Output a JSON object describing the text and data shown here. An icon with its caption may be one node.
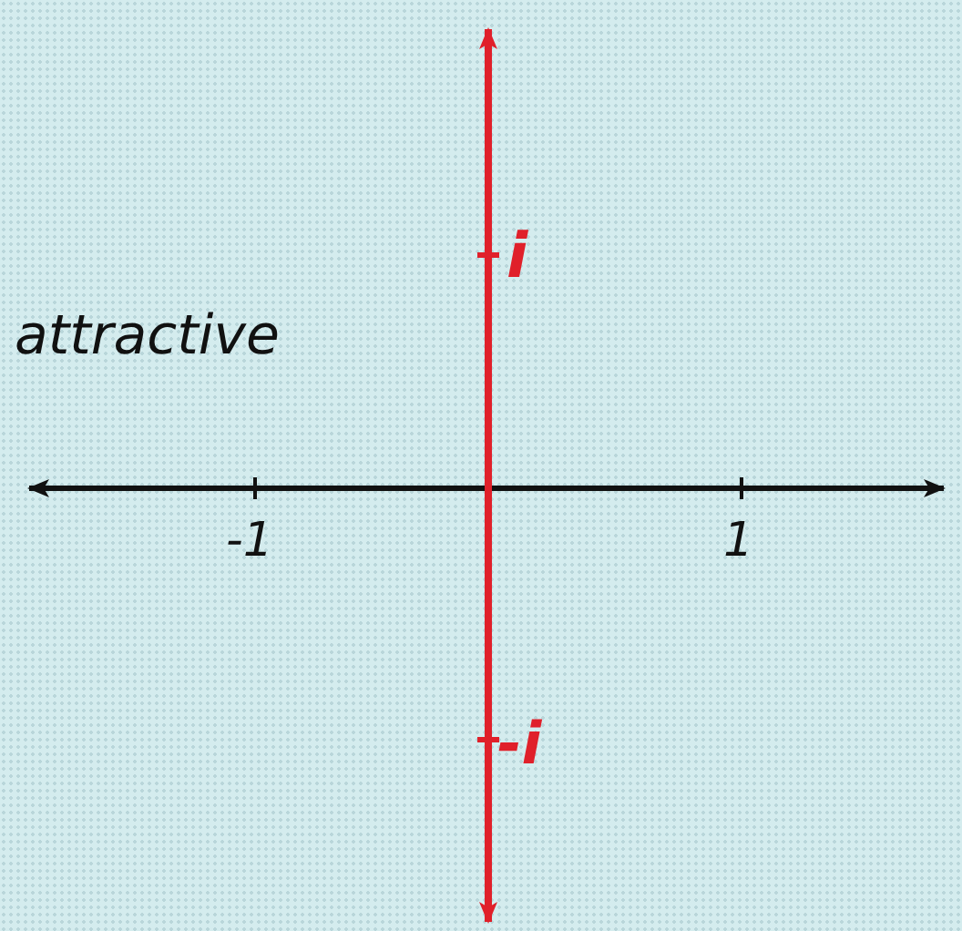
{
  "diagram": {
    "labels": [
      "i",
      "attractive",
      "-1",
      "1",
      "-i"
    ]
  }
}
